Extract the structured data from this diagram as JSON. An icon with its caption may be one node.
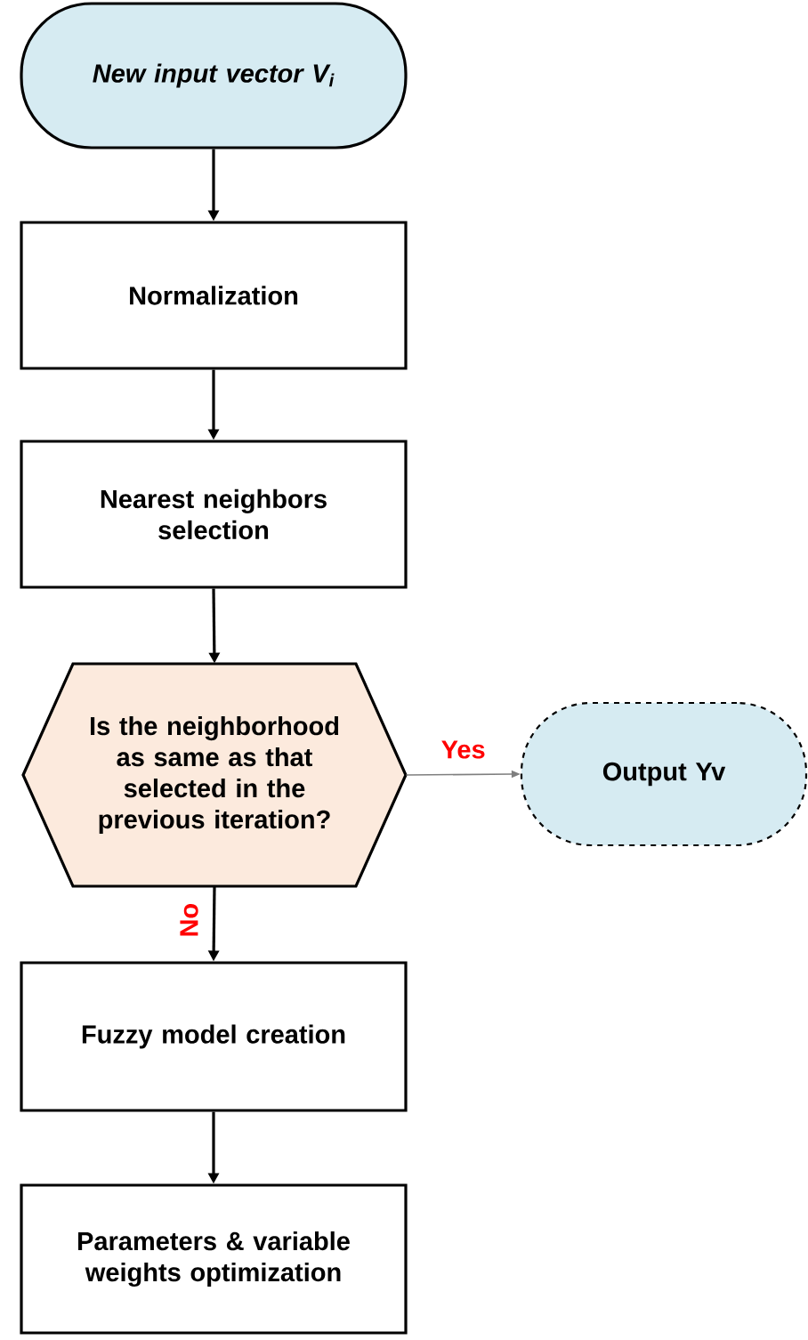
{
  "diagram": {
    "nodes": [
      {
        "text": [
          "New input vector V$_{i}$"
        ]
      },
      {
        "text": [
          "Normalization"
        ]
      },
      {
        "text": [
          "Nearest neighbors selection"
        ]
      },
      {
        "text": [
          "Is the neighborhood as same as that selected in the previous iteration?"
        ]
      },
      {
        "text": [
          "Output Yv"
        ]
      },
      {
        "text": [
          "Fuzzy model creation"
        ]
      },
      {
        "text": [
          "Parameters & variable weights optimization"
        ]
      }
    ],
    "edges": [
      {
        "from": 0,
        "to": 1,
        "arrow": "to"
      },
      {
        "from": 1,
        "to": 2,
        "arrow": "to"
      },
      {
        "from": 2,
        "to": 3,
        "arrow": "to"
      },
      {
        "from": 3,
        "to": 4,
        "arrow": "to",
        "label": "Yes",
        "color": "#7f7f7f"
      },
      {
        "from": 3,
        "to": 5,
        "arrow": "to",
        "label": "No"
      },
      {
        "from": 5,
        "to": 6,
        "arrow": "to"
      }
    ]
  }
}
